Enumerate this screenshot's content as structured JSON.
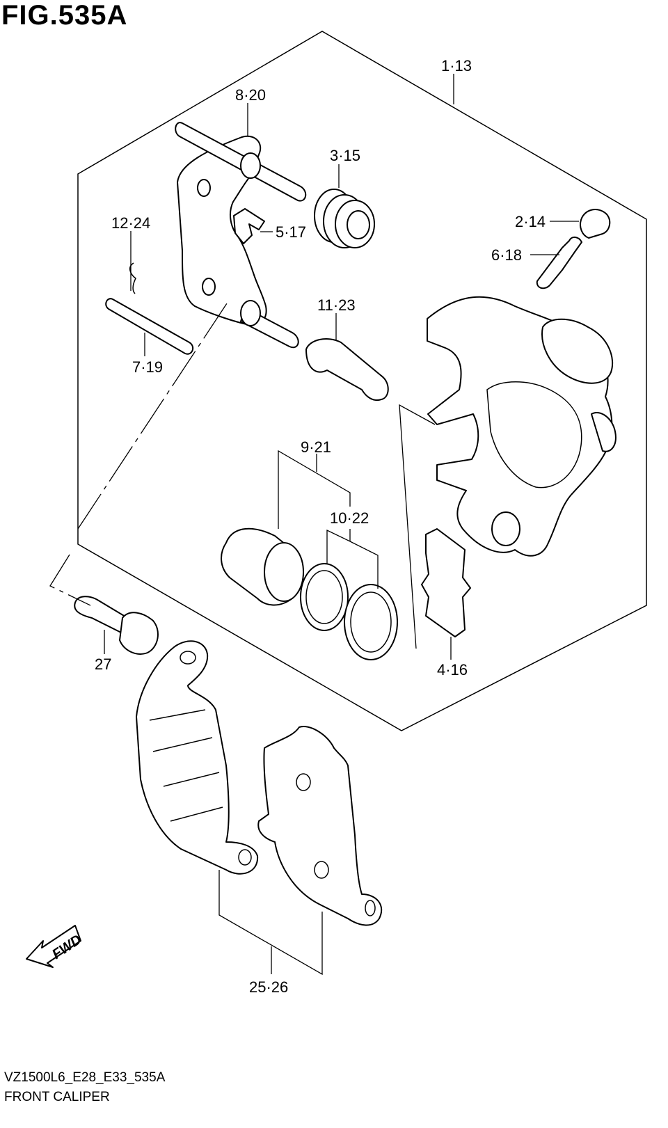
{
  "title": "FIG.535A",
  "labels": {
    "p1": "1·13",
    "p8": "8·20",
    "p3": "3·15",
    "p12": "12·24",
    "p5": "5·17",
    "p2": "2·14",
    "p6": "6·18",
    "p11": "11·23",
    "p7": "7·19",
    "p9": "9·21",
    "p10": "10·22",
    "p27": "27",
    "p4": "4·16",
    "p25": "25·26"
  },
  "fwd": "FWD",
  "footer": {
    "code": "VZ1500L6_E28_E33_535A",
    "name": "FRONT CALIPER"
  }
}
